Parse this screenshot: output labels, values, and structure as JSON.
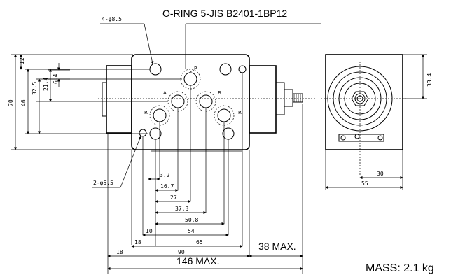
{
  "annotations": {
    "oring": "O-RING 5-JIS B2401-1BP12",
    "holes_large": "4-φ8.5",
    "holes_small": "2-φ5.5",
    "max38": "38 MAX.",
    "max146": "146 MAX.",
    "mass": "MASS: 2.1 kg"
  },
  "ports": {
    "p": "P",
    "a": "A",
    "b": "B",
    "r1": "R",
    "r2": "R"
  },
  "dims_left": {
    "d12": "12",
    "d64": "6.4",
    "d214": "21.4",
    "d325": "32.5",
    "d46": "46",
    "d70": "70"
  },
  "dims_bottom": {
    "d32": "3.2",
    "d167": "16.7",
    "d27": "27",
    "d373": "37.3",
    "d508": "50.8",
    "d54": "54",
    "d65": "65",
    "d10": "10",
    "d18b": "18",
    "d18": "18",
    "d90": "90"
  },
  "dims_right": {
    "d334": "33.4",
    "d30": "30",
    "d55": "55"
  }
}
